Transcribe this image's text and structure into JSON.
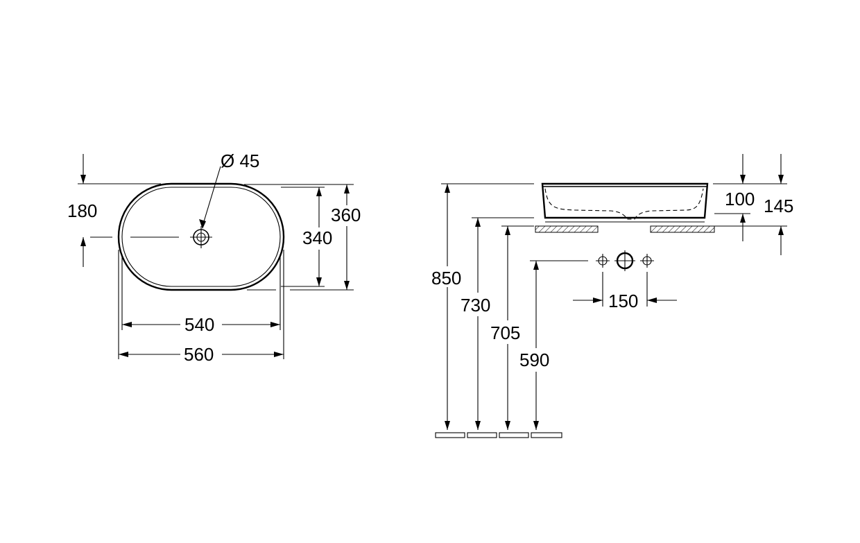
{
  "top_view": {
    "dim_hole": "Ø 45",
    "dim_180": "180",
    "dim_340": "340",
    "dim_360": "360",
    "dim_540": "540",
    "dim_560": "560"
  },
  "side_view": {
    "dim_100": "100",
    "dim_145": "145",
    "dim_850": "850",
    "dim_730": "730",
    "dim_705": "705",
    "dim_590": "590",
    "dim_150": "150"
  }
}
